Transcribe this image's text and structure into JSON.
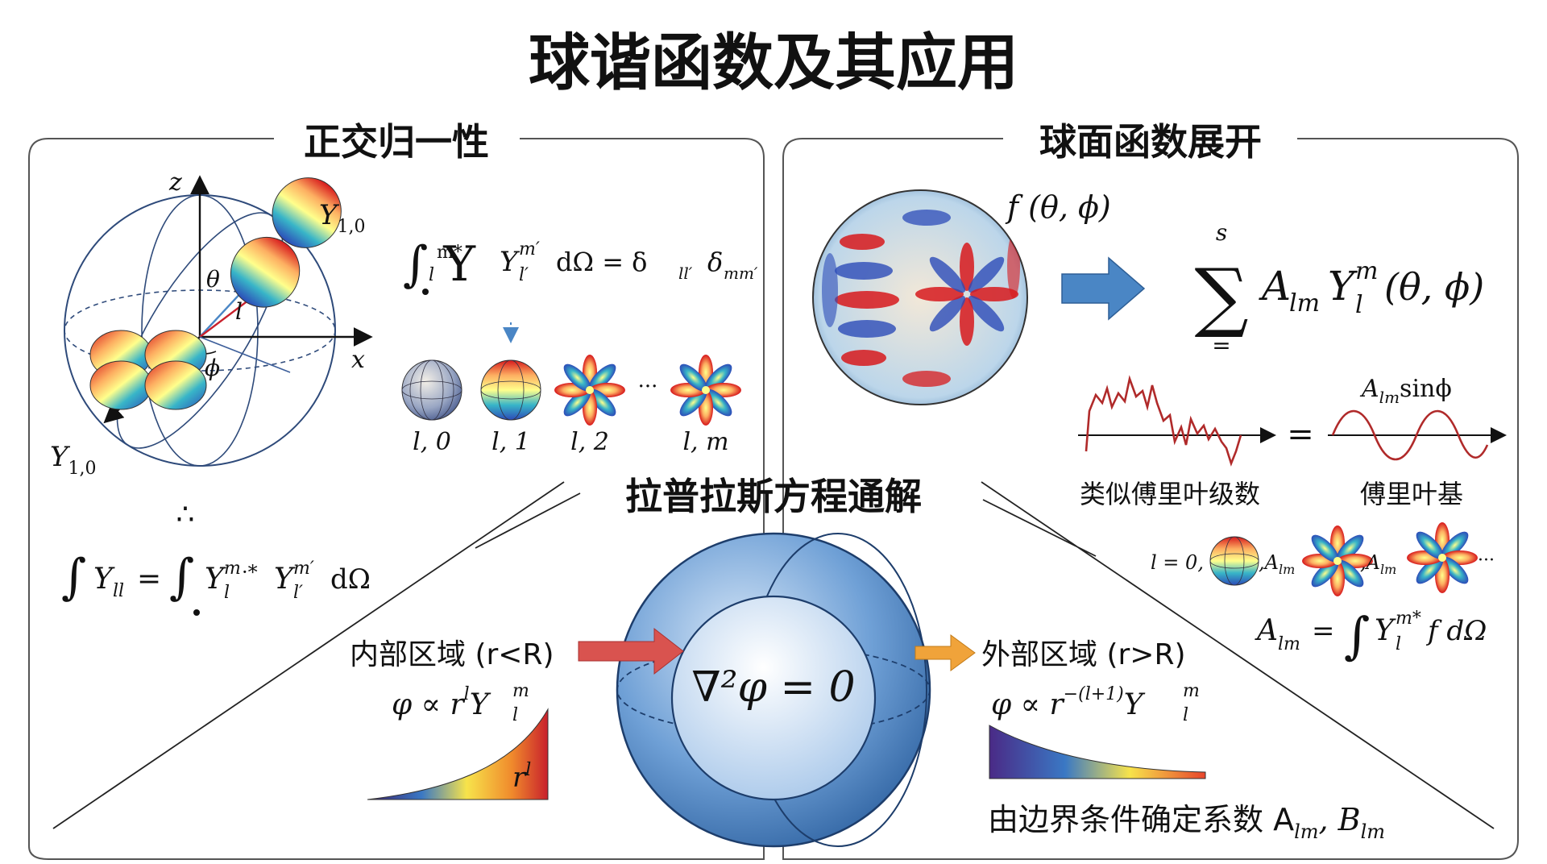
{
  "title": "球谐函数及其应用",
  "colors": {
    "frame": "#555555",
    "ink": "#111111",
    "arrow_blue": "#4a86c5",
    "arrow_red": "#d9534f",
    "arrow_orange": "#f0a33a",
    "sphere_blue": "#3f78b8"
  },
  "panels": {
    "orthonormality": {
      "heading": "正交归一性",
      "axis_z": "z",
      "axis_x": "x",
      "label_y10_top": "Y",
      "label_y10_top_sub": "1,0",
      "label_y10_bottom": "Y",
      "label_y10_bottom_sub": "1,0",
      "label_theta": "θ",
      "label_l": "l",
      "label_phi": "ϕ",
      "formula_integral": "∫ Y",
      "formula_sup1": "m*",
      "formula_sub1": "l",
      "formula_Y2": "Y",
      "formula_sup2": "m′",
      "formula_sub2": "l′",
      "formula_rhs": "dΩ = δ",
      "formula_delta_sub1": "ll′",
      "formula_delta": "δ",
      "formula_delta_sub2": "mm′",
      "sphere_labels": [
        "l, 0",
        "l, 1",
        "l, 2",
        "l, m"
      ],
      "ellipsis": "···",
      "bottom_formula": "∫ Y",
      "bottom_sub": "ll",
      "bottom_eq": "= ∫ Y",
      "bottom_sup1": "m",
      "bottom_sub1": "l",
      "bottom_mid": "·* ",
      "bottom_Y": "Y",
      "bottom_sup2": "m′",
      "bottom_sub2": "l′",
      "bottom_end": "dΩ",
      "dots": "∴"
    },
    "expansion": {
      "heading": "球面函数展开",
      "func_label": "f (θ, ϕ)",
      "sum_top": "s",
      "sum_bottom": "=",
      "sum_symbol": "∑",
      "sum_A": "A",
      "sum_A_sub": "lm",
      "sum_Y": "Y",
      "sum_Y_sup": "m",
      "sum_Y_sub": "l",
      "sum_args": "(θ, ϕ)",
      "wave_label_A": "A",
      "wave_label_sub": "lm",
      "wave_label_fn": "sinϕ",
      "equals": "=",
      "caption_left": "类似傅里叶级数",
      "caption_right": "傅里叶基",
      "series_start": "l = 0,",
      "series_A1": ",A",
      "series_A1_sub": "lm",
      "series_A2": ",A",
      "series_A2_sub": "lm",
      "series_dots": "···",
      "coef_A": "A",
      "coef_A_sub": "lm",
      "coef_eq": "= ∫ Y",
      "coef_sup": "m*",
      "coef_sub": "l",
      "coef_end": "f dΩ"
    },
    "laplace": {
      "heading": "拉普拉斯方程通解",
      "equation": "∇²φ = 0",
      "inner_label": "内部区域 (r<R)",
      "inner_formula": "φ ∝ r",
      "inner_sup": "l",
      "inner_Y": "Y",
      "inner_Y_sup": "m",
      "inner_Y_sub": "l",
      "inner_ramp_label": "r",
      "inner_ramp_sup": "l",
      "outer_label": "外部区域 (r>R)",
      "outer_formula": "φ ∝ r",
      "outer_sup": "−(l+1)",
      "outer_Y": "Y",
      "outer_Y_sup": "m",
      "outer_Y_sub": "l",
      "footer": "由边界条件确定系数 A",
      "footer_sub1": "lm",
      "footer_sep": ", B",
      "footer_sub2": "lm"
    }
  }
}
